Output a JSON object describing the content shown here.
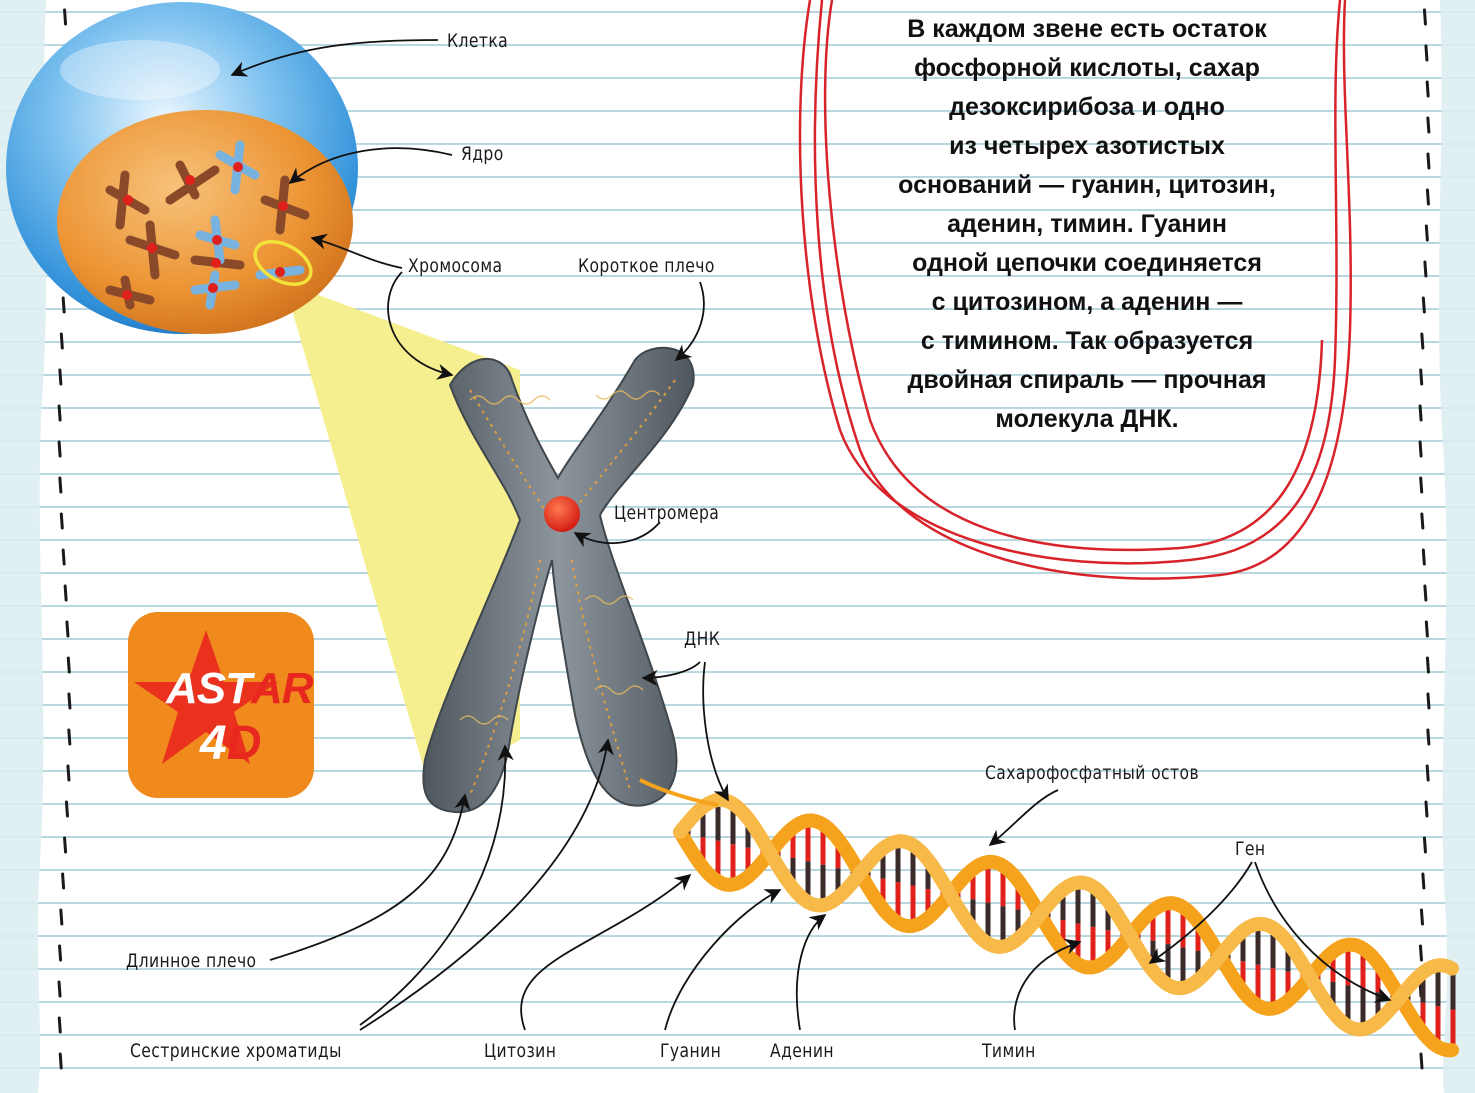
{
  "info_text": {
    "lines": [
      "В каждом звене есть остаток",
      "фосфорной кислоты, сахар",
      "дезоксирибоза и одно",
      "из четырех азотистых",
      "оснований — гуанин, цитозин,",
      "аденин, тимин. Гуанин",
      "одной цепочки соединяется",
      "с цитозином, а аденин —",
      "с тимином. Так образуется",
      "двойная спираль — прочная",
      "молекула ДНК."
    ]
  },
  "labels": {
    "cell": "Клетка",
    "nucleus": "Ядро",
    "chromosome": "Хромосома",
    "short_arm": "Короткое плечо",
    "centromere": "Центромера",
    "dna": "ДНК",
    "sugar_phosphate_backbone": "Сахарофосфатный остов",
    "gene": "Ген",
    "long_arm": "Длинное плечо",
    "sister_chromatids": "Сестринские хроматиды",
    "cytosine": "Цитозин",
    "guanine": "Гуанин",
    "adenine": "Аденин",
    "thymine": "Тимин"
  },
  "logo": {
    "line1_a": "AST",
    "line1_b": "AR",
    "line2_a": "4",
    "line2_b": "D"
  },
  "colors": {
    "page_lines": "#b9d7df",
    "cell_blue": "#2f8fd8",
    "nucleus_orange": "#e8892a",
    "chromosome_gray": "#5f6970",
    "centromere_red": "#e0201b",
    "backbone_orange": "#f5a21c",
    "info_outline_red": "#d8232a",
    "highlight_yellow": "#f6ee8a",
    "logo_orange": "#f08a1c"
  }
}
